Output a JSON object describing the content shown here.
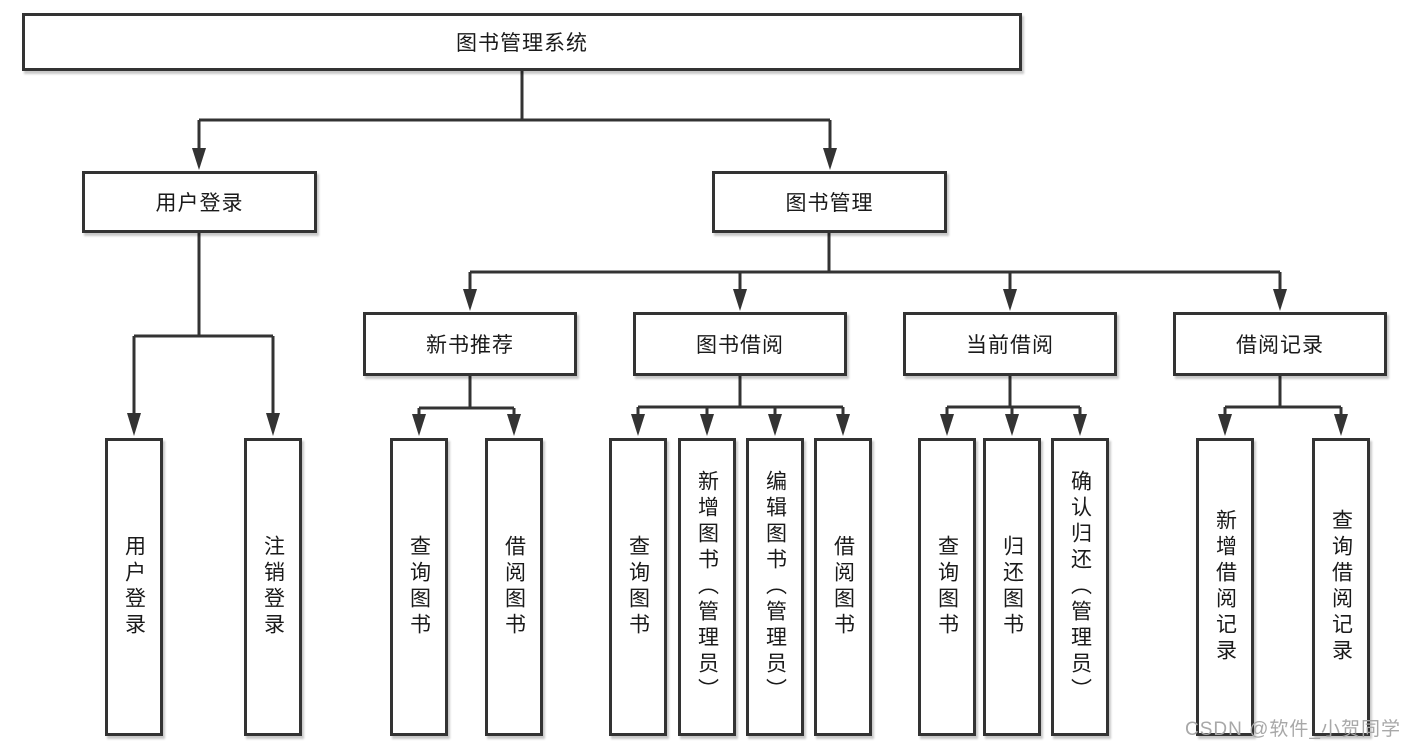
{
  "diagram": {
    "root": {
      "label": "图书管理系统",
      "children": [
        {
          "label": "用户登录",
          "children": [
            {
              "label": "用户登录"
            },
            {
              "label": "注销登录"
            }
          ]
        },
        {
          "label": "图书管理",
          "children": [
            {
              "label": "新书推荐",
              "children": [
                {
                  "label": "查询图书"
                },
                {
                  "label": "借阅图书"
                }
              ]
            },
            {
              "label": "图书借阅",
              "children": [
                {
                  "label": "查询图书"
                },
                {
                  "label": "新增图书（管理员）"
                },
                {
                  "label": "编辑图书（管理员）"
                },
                {
                  "label": "借阅图书"
                }
              ]
            },
            {
              "label": "当前借阅",
              "children": [
                {
                  "label": "查询图书"
                },
                {
                  "label": "归还图书"
                },
                {
                  "label": "确认归还（管理员）"
                }
              ]
            },
            {
              "label": "借阅记录",
              "children": [
                {
                  "label": "新增借阅记录"
                },
                {
                  "label": "查询借阅记录"
                }
              ]
            }
          ]
        }
      ]
    },
    "watermark": "CSDN @软件_小贺同学"
  },
  "colors": {
    "line": "#333333",
    "text": "#1a1a1a",
    "watermark": "#a8a8a8"
  }
}
